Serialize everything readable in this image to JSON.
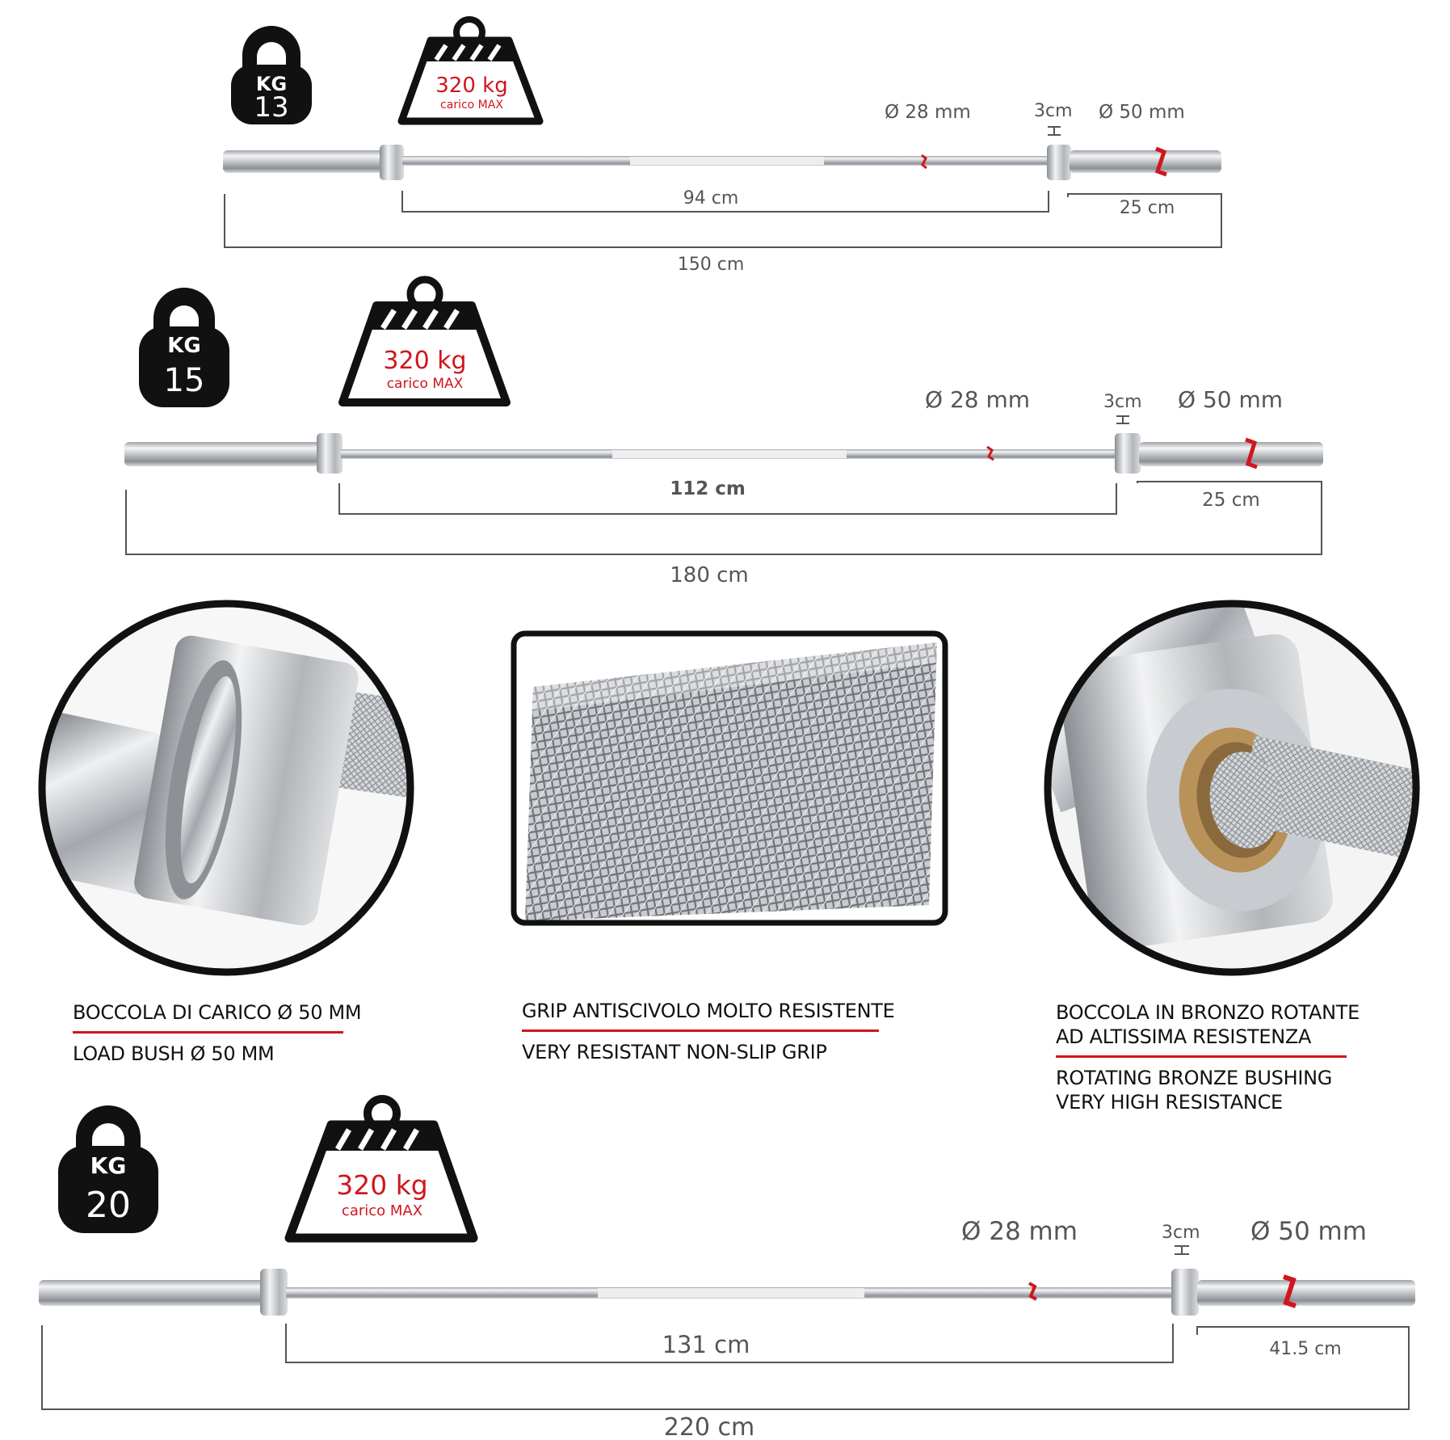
{
  "bars": [
    {
      "weight_unit": "KG",
      "weight_value": "13",
      "max_load": "320 kg",
      "max_load_caption": "carico MAX",
      "grip_diameter": "Ø 28 mm",
      "collar_width": "3cm",
      "sleeve_diameter": "Ø 50 mm",
      "inner_length": "94 cm",
      "sleeve_length": "25 cm",
      "total_length": "150 cm"
    },
    {
      "weight_unit": "KG",
      "weight_value": "15",
      "max_load": "320 kg",
      "max_load_caption": "carico MAX",
      "grip_diameter": "Ø 28 mm",
      "collar_width": "3cm",
      "sleeve_diameter": "Ø 50 mm",
      "inner_length": "112 cm",
      "sleeve_length": "25 cm",
      "total_length": "180 cm"
    },
    {
      "weight_unit": "KG",
      "weight_value": "20",
      "max_load": "320 kg",
      "max_load_caption": "carico MAX",
      "grip_diameter": "Ø 28 mm",
      "collar_width": "3cm",
      "sleeve_diameter": "Ø 50 mm",
      "inner_length": "131 cm",
      "sleeve_length": "41.5 cm",
      "total_length": "220 cm"
    }
  ],
  "features": [
    {
      "title_it": [
        "BOCCOLA DI CARICO Ø 50 MM"
      ],
      "title_en": [
        "LOAD BUSH Ø 50 MM"
      ]
    },
    {
      "title_it": [
        "GRIP ANTISCIVOLO MOLTO RESISTENTE"
      ],
      "title_en": [
        "VERY RESISTANT NON-SLIP GRIP"
      ]
    },
    {
      "title_it": [
        "BOCCOLA IN BRONZO ROTANTE",
        "AD ALTISSIMA RESISTENZA"
      ],
      "title_en": [
        "ROTATING BRONZE BUSHING",
        "VERY HIGH RESISTANCE"
      ]
    }
  ],
  "colors": {
    "accent_red": "#d0161e",
    "icon_black": "#111111",
    "dimension_gray": "#555555",
    "chrome": "#c9ccd0",
    "bronze": "#b9925a"
  }
}
